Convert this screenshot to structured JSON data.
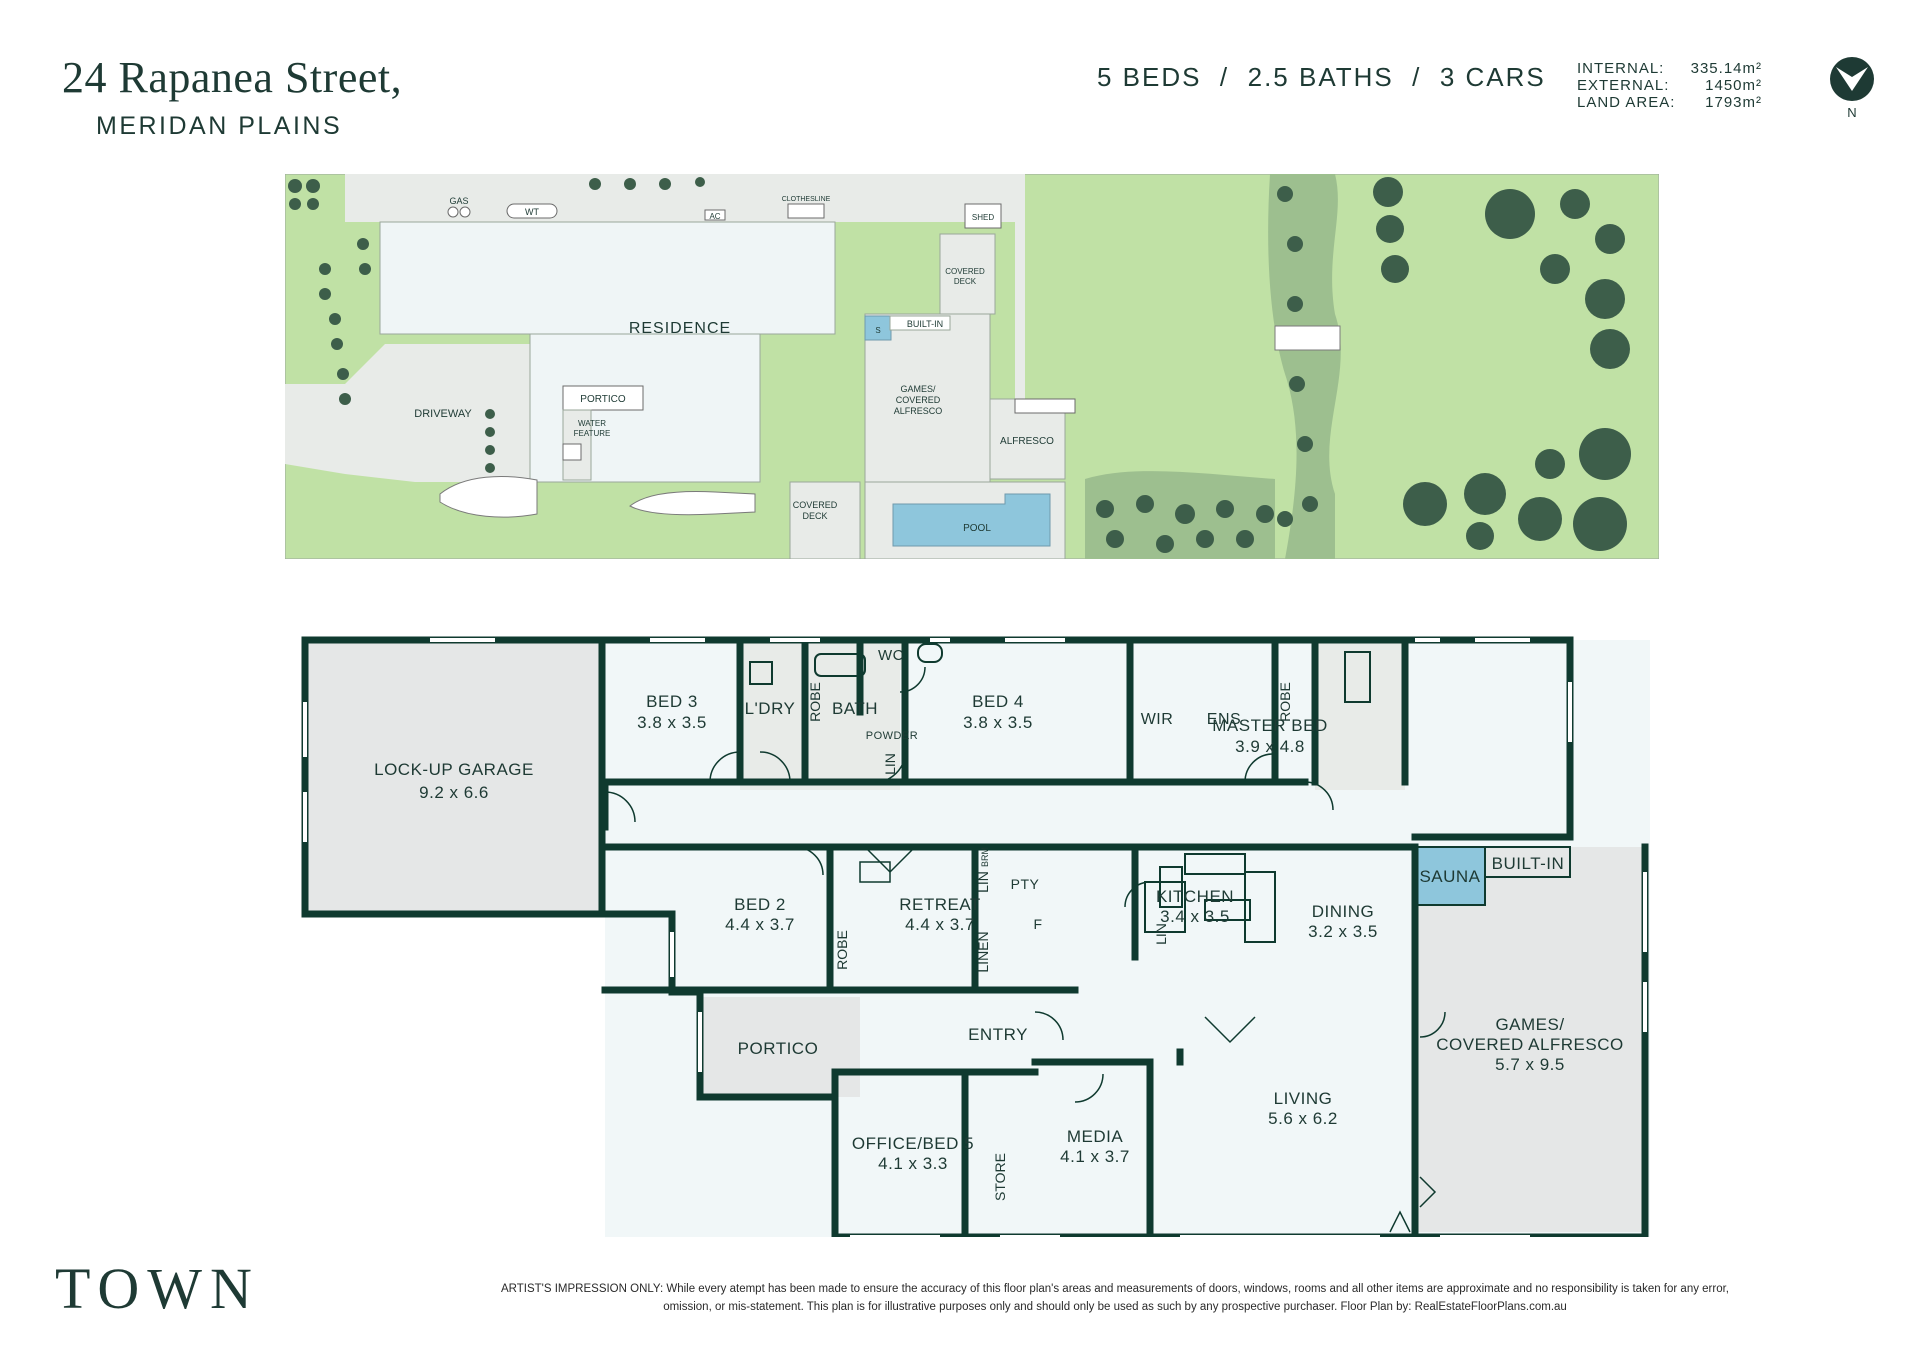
{
  "header": {
    "address": "24 Rapanea Street,",
    "suburb": "MERIDAN PLAINS",
    "stats": "5 BEDS  /  2.5 BATHS  /  3 CARS",
    "areas": [
      {
        "label": "INTERNAL:",
        "value": "335.14m²"
      },
      {
        "label": "EXTERNAL:",
        "value": "1450m²"
      },
      {
        "label": "LAND AREA:",
        "value": "1793m²"
      }
    ],
    "north_label": "N"
  },
  "site_plan": {
    "labels": {
      "residence": "RESIDENCE",
      "driveway": "DRIVEWAY",
      "portico": "PORTICO",
      "water_feature_1": "WATER",
      "water_feature_2": "FEATURE",
      "gas": "GAS",
      "wt": "WT",
      "ac": "AC",
      "clothesline": "CLOTHESLINE",
      "shed": "SHED",
      "covered_deck_top_1": "COVERED",
      "covered_deck_top_2": "DECK",
      "built_in": "BUILT-IN",
      "s": "S",
      "games_1": "GAMES/",
      "games_2": "COVERED",
      "games_3": "ALFRESCO",
      "alfresco": "ALFRESCO",
      "covered_deck_bottom_1": "COVERED",
      "covered_deck_bottom_2": "DECK",
      "pool": "POOL"
    }
  },
  "floor_plan": {
    "rooms": {
      "garage": {
        "name": "LOCK-UP GARAGE",
        "dims": "9.2 x 6.6"
      },
      "bed3": {
        "name": "BED 3",
        "dims": "3.8 x 3.5"
      },
      "robe1": {
        "name": "ROBE"
      },
      "ldry": {
        "name": "L'DRY"
      },
      "lin1": {
        "name": "LIN"
      },
      "bath": {
        "name": "BATH"
      },
      "wc": {
        "name": "WC"
      },
      "powder": {
        "name": "POWDER"
      },
      "bed4": {
        "name": "BED 4",
        "dims": "3.8 x 3.5"
      },
      "robe2": {
        "name": "ROBE"
      },
      "wir": {
        "name": "WIR"
      },
      "ens": {
        "name": "ENS"
      },
      "master": {
        "name": "MASTER BED",
        "dims": "3.9 x 4.8"
      },
      "bed2": {
        "name": "BED 2",
        "dims": "4.4 x 3.7"
      },
      "robe3": {
        "name": "ROBE"
      },
      "retreat": {
        "name": "RETREAT",
        "dims": "4.4 x 3.7"
      },
      "lin2": {
        "name": "LIN"
      },
      "brm": {
        "name": "BRM"
      },
      "linen": {
        "name": "LINEN"
      },
      "pty": {
        "name": "PTY"
      },
      "f": {
        "name": "F"
      },
      "lin3": {
        "name": "LIN"
      },
      "kitchen": {
        "name": "KITCHEN",
        "dims": "3.4 x 3.5"
      },
      "dining": {
        "name": "DINING",
        "dims": "3.2 x 3.5"
      },
      "sauna": {
        "name": "SAUNA"
      },
      "builtin": {
        "name": "BUILT-IN"
      },
      "games": {
        "name_1": "GAMES/",
        "name_2": "COVERED ALFRESCO",
        "dims": "5.7 x 9.5"
      },
      "portico": {
        "name": "PORTICO"
      },
      "entry": {
        "name": "ENTRY"
      },
      "office": {
        "name": "OFFICE/BED 5",
        "dims": "4.1 x 3.3"
      },
      "store": {
        "name": "STORE"
      },
      "media": {
        "name": "MEDIA",
        "dims": "4.1 x 3.7"
      },
      "living": {
        "name": "LIVING",
        "dims": "5.6 x 6.2"
      }
    }
  },
  "footer": {
    "brand": "TOWN",
    "disclaimer": "ARTIST'S IMPRESSION ONLY: While every atempt has been made to ensure the accuracy of this floor plan's areas and measurements of doors, windows, rooms and all other items are approximate and no responsibility is taken for any error, omission, or mis-statement. This plan is for illustrative purposes only and should only be used as such by any prospective purchaser. Floor Plan by: RealEstateFloorPlans.com.au"
  },
  "colors": {
    "wall": "#0f3a2f",
    "lawn": "#c0e1a5",
    "lawn_dark": "#9dbf8f",
    "paving": "#e8ebe8",
    "residence_fill": "#eff5f6",
    "pool": "#8ec6dc",
    "tree": "#3d5e4a",
    "text": "#1e3a34"
  }
}
